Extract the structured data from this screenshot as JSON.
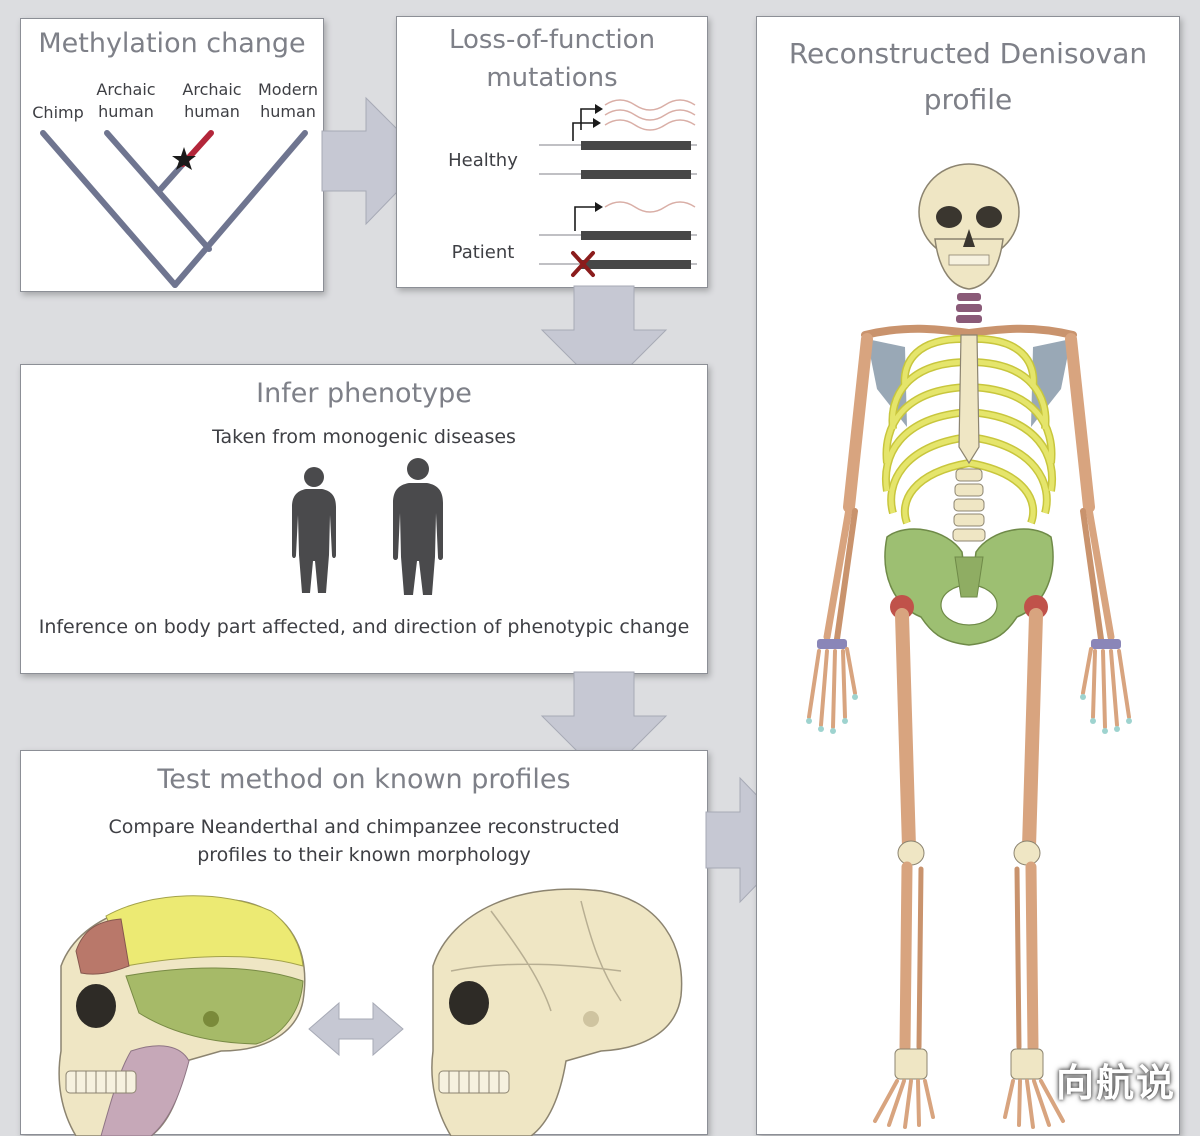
{
  "methylation": {
    "title": "Methylation change",
    "labels": [
      "Chimp",
      "Archaic\nhuman",
      "Archaic\nhuman",
      "Modern\nhuman"
    ]
  },
  "lof": {
    "title": "Loss-of-function\nmutations",
    "healthy_label": "Healthy",
    "patient_label": "Patient"
  },
  "infer": {
    "title": "Infer phenotype",
    "subtitle": "Taken from monogenic diseases",
    "caption": "Inference on body part affected, and direction of phenotypic change"
  },
  "test": {
    "title": "Test method on known profiles",
    "subtitle": "Compare Neanderthal and chimpanzee reconstructed\nprofiles to their known morphology"
  },
  "denisovan": {
    "title": "Reconstructed Denisovan\nprofile"
  },
  "watermark": "向航说",
  "colors": {
    "panel_border": "#8c8f96",
    "title_gray": "#7e8088",
    "tree_line": "#6f7590",
    "mutation_red": "#b3263a",
    "arrow_fill": "#c6c8d3",
    "bone": "#efe6c4",
    "limb_bone": "#d8a47f",
    "rib": "#e5e56b",
    "pelvis": "#9dbf72",
    "scapula": "#8e9eae",
    "cranium_yellow": "#ecea73",
    "cranium_red": "#b9786a",
    "cranium_green": "#a6ba68",
    "mandible_pink": "#c6a8b8"
  }
}
